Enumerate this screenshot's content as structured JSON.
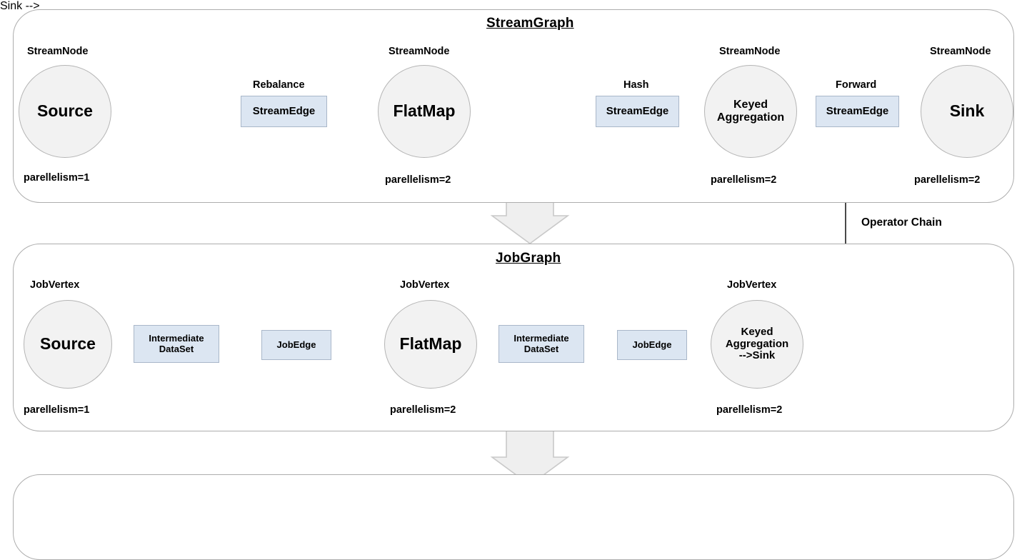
{
  "diagram": {
    "title_stream": "StreamGraph",
    "title_job": "JobGraph",
    "annotation_operator_chain": "Operator Chain"
  },
  "streamgraph": {
    "title": "StreamGraph",
    "nodes": [
      {
        "type_label": "StreamNode",
        "name": "Source",
        "parallelism": "parellelism=1"
      },
      {
        "type_label": "StreamNode",
        "name": "FlatMap",
        "parallelism": "parellelism=2"
      },
      {
        "type_label": "StreamNode",
        "name": "Keyed\nAggregation",
        "parallelism": "parellelism=2"
      },
      {
        "type_label": "StreamNode",
        "name": "Sink",
        "parallelism": "parellelism=2"
      }
    ],
    "edges": [
      {
        "strategy": "Rebalance",
        "name": "StreamEdge"
      },
      {
        "strategy": "Hash",
        "name": "StreamEdge"
      },
      {
        "strategy": "Forward",
        "name": "StreamEdge"
      }
    ]
  },
  "jobgraph": {
    "title": "JobGraph",
    "nodes": [
      {
        "type_label": "JobVertex",
        "name": "Source",
        "parallelism": "parellelism=1"
      },
      {
        "type_label": "JobVertex",
        "name": "FlatMap",
        "parallelism": "parellelism=2"
      },
      {
        "type_label": "JobVertex",
        "name": "Keyed\nAggregation\n-->Sink",
        "parallelism": "parellelism=2"
      }
    ],
    "datasets": [
      {
        "name": "Intermediate\nDataSet"
      },
      {
        "name": "Intermediate\nDataSet"
      }
    ],
    "edges": [
      {
        "name": "JobEdge"
      },
      {
        "name": "JobEdge"
      }
    ]
  },
  "colors": {
    "node_fill": "#f2f2f2",
    "node_stroke": "#b5b5b5",
    "box_fill": "#dce6f2",
    "box_stroke": "#a9b7c9",
    "panel_stroke": "#adadad",
    "connector": "#595959",
    "big_arrow_fill": "#efefef",
    "big_arrow_stroke": "#c9c9c9",
    "text": "#000000"
  }
}
